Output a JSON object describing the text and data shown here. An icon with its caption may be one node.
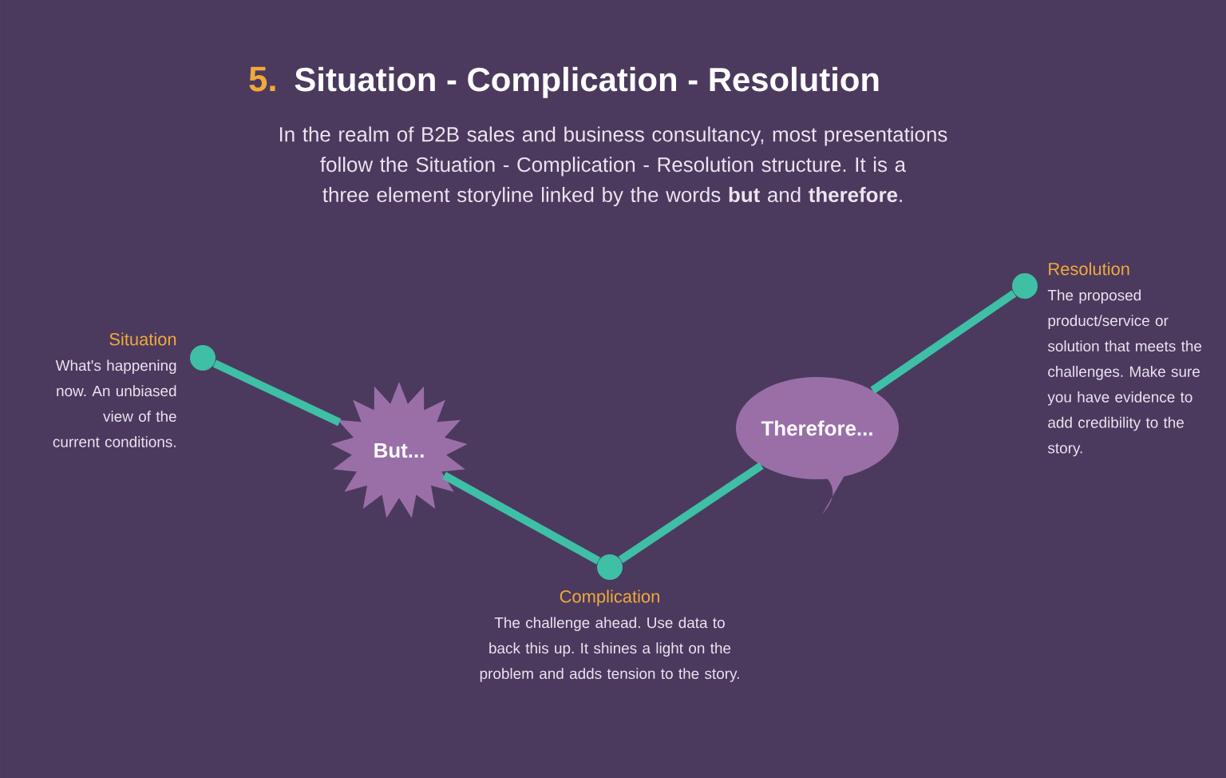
{
  "diagram": {
    "title": "Situation - Complication - Resolution",
    "nodes": [
      {
        "text": [],
        "shape": "circle",
        "beside": [
          "Situation",
          "What's happening now. An unbiased view of the current conditions."
        ]
      },
      {
        "text": [
          "But..."
        ]
      },
      {
        "text": [],
        "shape": "circle",
        "beside": [
          "Complication",
          "The challenge ahead. Use data to back this up. It shines a light on the problem and adds tension to the story."
        ]
      },
      {
        "text": [
          "Therefore..."
        ]
      },
      {
        "text": [],
        "shape": "circle",
        "beside": [
          "Resolution",
          "The proposed product/service or solution that meets the challenges. Make sure you have evidence to add credibility to the story."
        ]
      }
    ],
    "edges": [
      {
        "from": 0,
        "to": 1,
        "arrow": "none"
      },
      {
        "from": 1,
        "to": 2,
        "arrow": "none"
      },
      {
        "from": 2,
        "to": 3,
        "arrow": "none"
      },
      {
        "from": 3,
        "to": 4,
        "arrow": "none"
      }
    ],
    "labels": [
      "5.",
      "In the realm of B2B sales and business consultancy, most presentations follow the Situation - Complication - Resolution structure. It is a three element storyline linked by the words **but** and **therefore**."
    ]
  }
}
